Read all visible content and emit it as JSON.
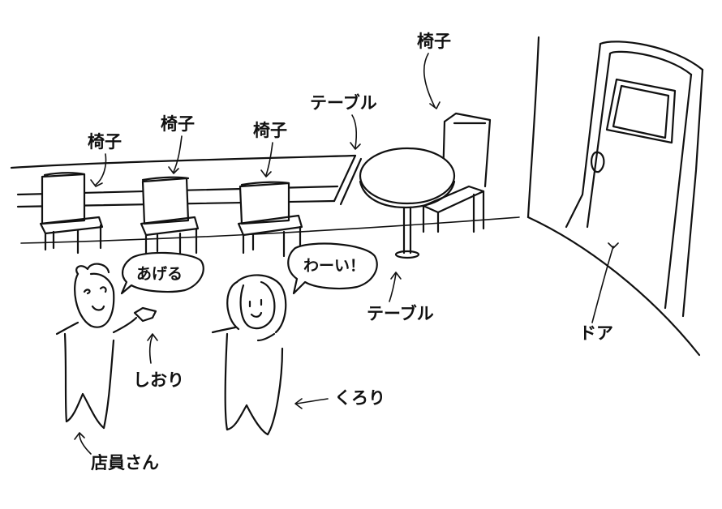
{
  "labels": {
    "chair_1": "椅子",
    "chair_2": "椅子",
    "chair_3": "椅子",
    "chair_4": "椅子",
    "table_top": "テーブル",
    "table_bottom": "テーブル",
    "door": "ドア",
    "shiori": "しおり",
    "kurori": "くろり",
    "staff": "店員さん"
  },
  "speech": {
    "shiori": "あげる",
    "kurori": "わーい！"
  }
}
